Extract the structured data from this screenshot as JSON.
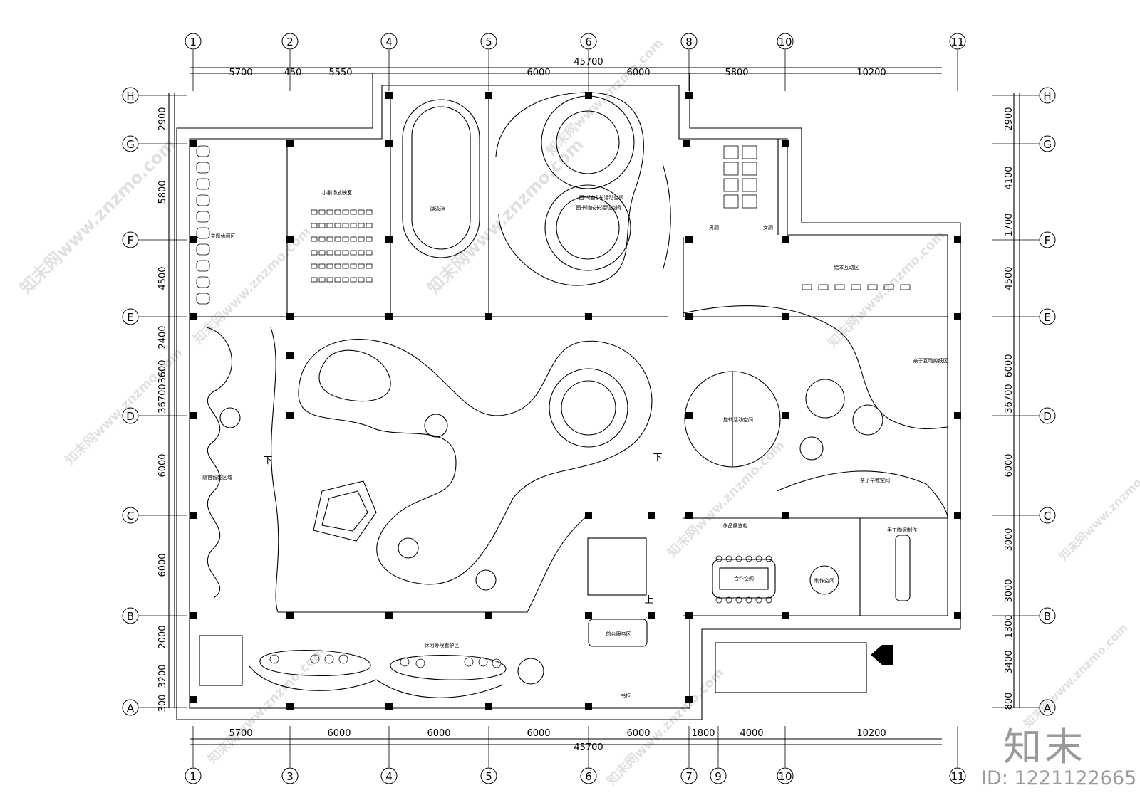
{
  "grid": {
    "top_labels": [
      "1",
      "2",
      "4",
      "5",
      "6",
      "8",
      "10",
      "11"
    ],
    "bottom_labels": [
      "1",
      "3",
      "4",
      "5",
      "6",
      "7",
      "9",
      "10",
      "11"
    ],
    "row_labels": [
      "H",
      "G",
      "F",
      "E",
      "D",
      "C",
      "B",
      "A"
    ]
  },
  "dimensions": {
    "top_total": "45700",
    "top_segments": [
      "5700",
      "450",
      "5550",
      "6000",
      "6000",
      "5800",
      "10200"
    ],
    "bottom_total": "45700",
    "bottom_segments": [
      "5700",
      "6000",
      "6000",
      "6000",
      "6000",
      "1800",
      "4000",
      "10200"
    ],
    "left_total": "36700",
    "left_segments": [
      "2900",
      "5800",
      "4500",
      "2400",
      "3600",
      "6000",
      "6000",
      "2000",
      "3200",
      "300"
    ],
    "right_total": "36700",
    "right_segments": [
      "2900",
      "4100",
      "1700",
      "4500",
      "6000",
      "6000",
      "3000",
      "3000",
      "1300",
      "3400",
      "800"
    ]
  },
  "rooms": {
    "cinema": "小剧场放映室",
    "pool": "游泳池",
    "library_line1": "图书馆成长活动空间",
    "library_line2": "图书馆成长活动空间",
    "male_wc": "男厕",
    "female_wc": "女厕",
    "reading_area": "绘本互动区",
    "parent_child": "亲子互动剪纸区",
    "rotary": "旋转活动空间",
    "early_edu": "亲子早教空间",
    "exhibit": "作品展览栏",
    "craft": "手工陶泥制作",
    "cooperation": "合作空间",
    "production": "制作空间",
    "rest_left": "主题休闲区",
    "sensory": "感官智能区域",
    "service": "前台服务区",
    "waiting": "休闲等候看护区",
    "lockers": "书柜"
  },
  "markers": {
    "down": "下",
    "up": "上"
  },
  "watermarks": {
    "text": "知末网www.znzmo.com",
    "url": "www.znzmo.com"
  },
  "brand": {
    "logo": "知末",
    "id": "ID: 1221122665"
  }
}
